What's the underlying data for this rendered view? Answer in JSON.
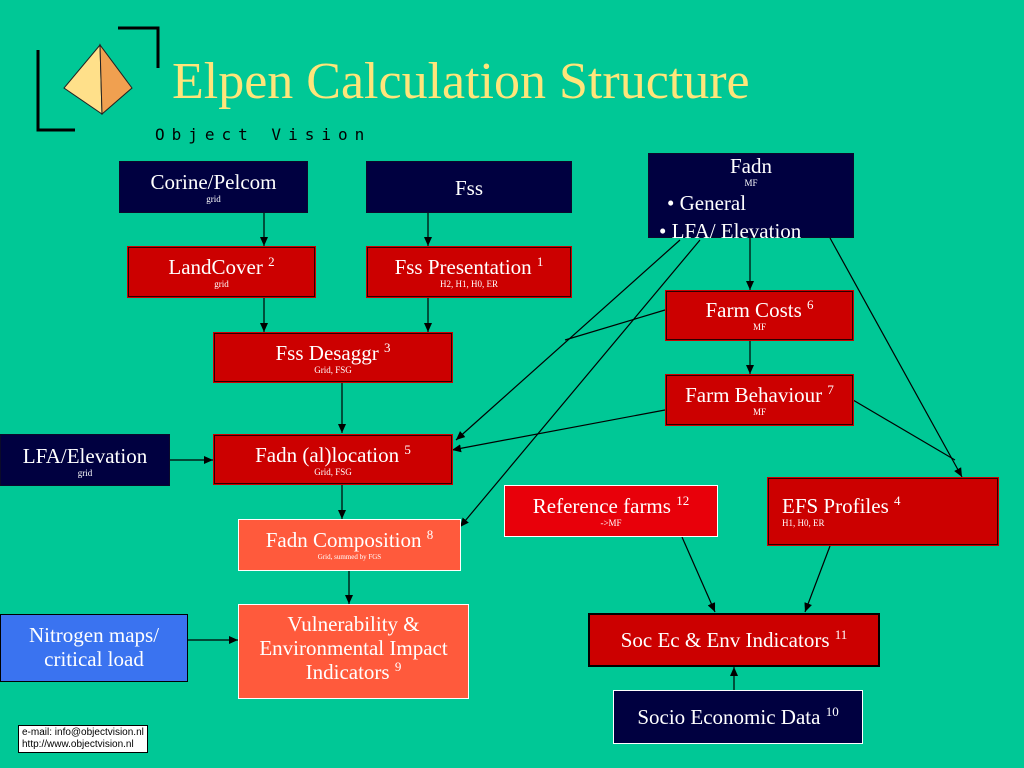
{
  "slide": {
    "title": "Elpen Calculation Structure",
    "tagline": "Object Vision"
  },
  "footer": {
    "email": "e-mail: info@objectvision.nl",
    "url": "http://www.objectvision.nl"
  },
  "nodes": {
    "corine": {
      "label": "Corine/Pelcom",
      "sub": "grid"
    },
    "fss": {
      "label": "Fss"
    },
    "fadn": {
      "label": "Fadn",
      "sub": "MF",
      "items": [
        "• General",
        "•  LFA/ Elevation"
      ]
    },
    "landcover": {
      "label": "LandCover",
      "num": "2",
      "sub": "grid"
    },
    "fss_presentation": {
      "label": "Fss Presentation",
      "num": "1",
      "sub": "H2, H1, H0, ER"
    },
    "farm_costs": {
      "label": "Farm Costs",
      "num": "6",
      "sub": "MF"
    },
    "fss_desaggr": {
      "label": "Fss Desaggr",
      "num": "3",
      "sub": "Grid, FSG"
    },
    "farm_behaviour": {
      "label": "Farm Behaviour",
      "num": "7",
      "sub": "MF"
    },
    "lfa_elevation": {
      "label": "LFA/Elevation",
      "sub": "grid"
    },
    "fadn_allocation": {
      "label": "Fadn (al)location",
      "num": "5",
      "sub": "Grid, FSG"
    },
    "reference_farms": {
      "label": "Reference farms",
      "num": "12",
      "sub": "->MF"
    },
    "efs_profiles": {
      "label": "EFS Profiles",
      "num": "4",
      "sub": "H1, H0, ER"
    },
    "fadn_composition": {
      "label": "Fadn Composition",
      "num": "8",
      "sub": "Grid, summed by FGS"
    },
    "nitrogen_maps": {
      "label1": "Nitrogen maps/",
      "label2": "critical load"
    },
    "vulnerability": {
      "label1": "Vulnerability &",
      "label2": "Environmental Impact",
      "label3": "Indicators",
      "num": "9"
    },
    "soc_ec_env": {
      "label": "Soc Ec & Env Indicators",
      "num": "11"
    },
    "socio_economic_data": {
      "label": "Socio Economic Data",
      "num": "10"
    }
  },
  "colors": {
    "background": "#00c896",
    "title": "#ffe57a",
    "navy": "#000040",
    "red": "#cc0000",
    "orange": "#ff5a3c",
    "blue": "#3a73f0"
  }
}
